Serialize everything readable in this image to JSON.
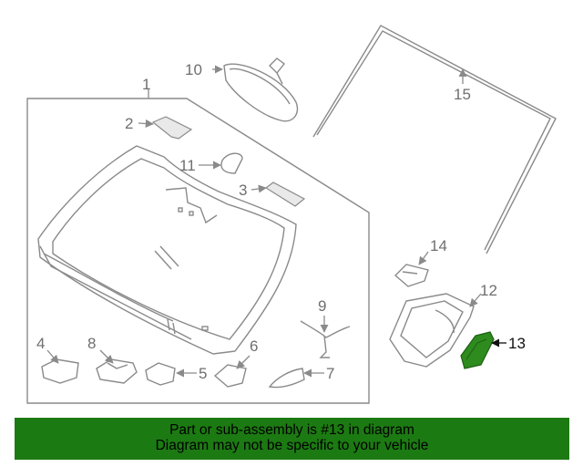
{
  "diagram": {
    "callouts": [
      "1",
      "2",
      "3",
      "4",
      "5",
      "6",
      "7",
      "8",
      "9",
      "10",
      "11",
      "12",
      "13",
      "14",
      "15"
    ],
    "highlighted_part": "13",
    "colors": {
      "line": "#8a8a8a",
      "highlight": "#2e8b1e",
      "banner": "#1c7a12"
    }
  },
  "banner": {
    "line1": "Part or sub-assembly is #13 in diagram",
    "line2": "Diagram may not be specific to your vehicle"
  }
}
